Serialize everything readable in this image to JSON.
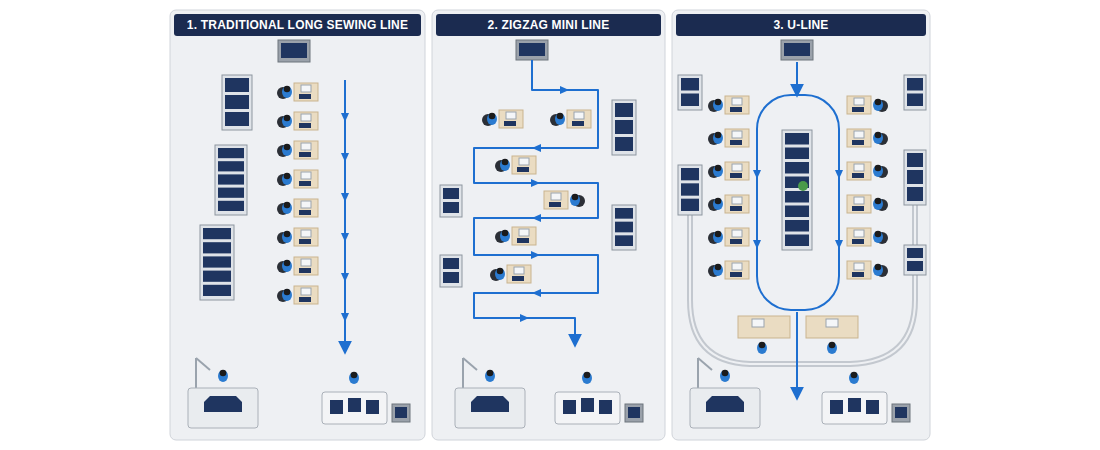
{
  "diagram": {
    "nodes": [
      {
        "text": [
          "1. TRADITIONAL LONG SEWING LINE"
        ]
      },
      {
        "text": [
          "2. ZIGZAG MINI LINE"
        ]
      },
      {
        "text": [
          "3. U-LINE"
        ]
      }
    ]
  }
}
